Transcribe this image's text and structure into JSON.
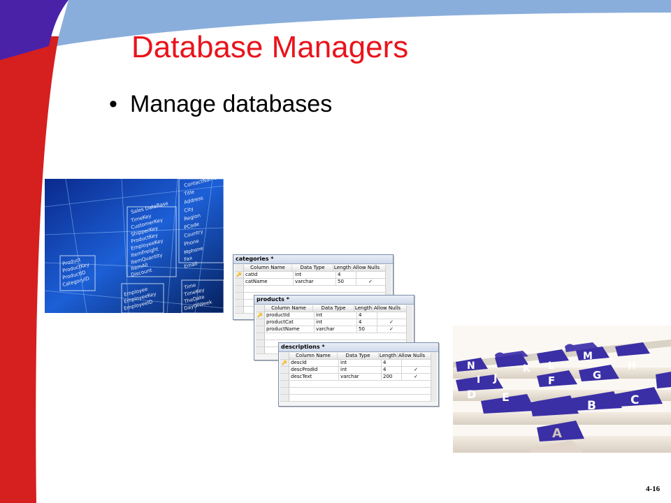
{
  "slide": {
    "title": "Database Managers",
    "bullets": [
      "Manage databases"
    ],
    "page_number": "4-16"
  },
  "colors": {
    "title": "#e8141c",
    "purple_band": "#4a22a8",
    "red_band": "#d61f1f",
    "blue_band": "#8aaedb"
  },
  "images": {
    "schema_photo": {
      "labels": [
        "ContactName",
        "Title",
        "Address",
        "City",
        "Region",
        "PCode",
        "Country",
        "Phone",
        "Mphone",
        "Fax",
        "Email",
        "Sales DataBase",
        "TimeKey",
        "CustomerKey",
        "ShipperKey",
        "ProductKey",
        "EmployeeKey",
        "ItemFreight",
        "ItemQuantity",
        "ItemAll",
        "Discount",
        "Employee",
        "EmployeeKey",
        "EmployeeID",
        "Time",
        "TimeKey",
        "TheDate",
        "DayOfWeek",
        "Product",
        "ProductKey",
        "ProductID",
        "CategoryID"
      ]
    },
    "index_tabs_photo": {
      "letters": [
        "N",
        "K",
        "L",
        "M",
        "H",
        "I",
        "J",
        "F",
        "G",
        "E",
        "D",
        "B",
        "C",
        "A"
      ]
    }
  },
  "tables": [
    {
      "title": "categories *",
      "headers": [
        "Column Name",
        "Data Type",
        "Length",
        "Allow Nulls"
      ],
      "rows": [
        [
          "catId",
          "int",
          "4",
          ""
        ],
        [
          "catName",
          "varchar",
          "50",
          "✓"
        ]
      ]
    },
    {
      "title": "products *",
      "headers": [
        "Column Name",
        "Data Type",
        "Length",
        "Allow Nulls"
      ],
      "rows": [
        [
          "productId",
          "int",
          "4",
          ""
        ],
        [
          "productCat",
          "int",
          "4",
          "✓"
        ],
        [
          "productName",
          "varchar",
          "50",
          "✓"
        ]
      ]
    },
    {
      "title": "descriptions *",
      "headers": [
        "Column Name",
        "Data Type",
        "Length",
        "Allow Nulls"
      ],
      "rows": [
        [
          "descId",
          "int",
          "4",
          ""
        ],
        [
          "descProdId",
          "int",
          "4",
          "✓"
        ],
        [
          "descText",
          "varchar",
          "200",
          "✓"
        ]
      ]
    }
  ]
}
